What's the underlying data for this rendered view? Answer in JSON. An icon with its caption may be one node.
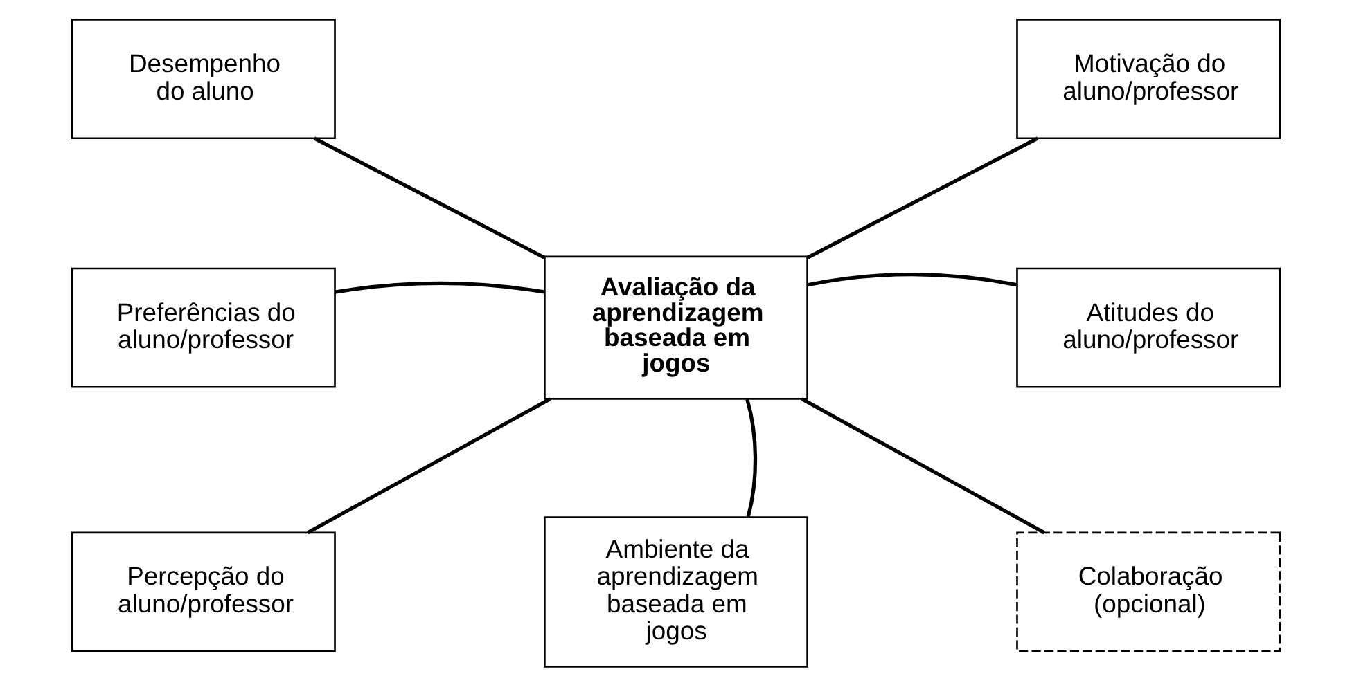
{
  "diagram": {
    "nodes": [
      {
        "text": [
          "Avaliação da aprendizagem baseada em jogos"
        ]
      },
      {
        "text": [
          "Desempenho do aluno"
        ]
      },
      {
        "text": [
          "Motivação do aluno/professor"
        ]
      },
      {
        "text": [
          "Preferências do aluno/professor"
        ]
      },
      {
        "text": [
          "Atitudes do aluno/professor"
        ]
      },
      {
        "text": [
          "Percepção do aluno/professor"
        ]
      },
      {
        "text": [
          "Ambiente da aprendizagem baseada em jogos"
        ]
      },
      {
        "text": [
          "Colaboração (opcional)"
        ]
      }
    ],
    "edges": [
      {
        "from": 0,
        "to": 1,
        "arrow": "none"
      },
      {
        "from": 0,
        "to": 2,
        "arrow": "none"
      },
      {
        "from": 0,
        "to": 3,
        "arrow": "none"
      },
      {
        "from": 0,
        "to": 4,
        "arrow": "none"
      },
      {
        "from": 0,
        "to": 5,
        "arrow": "none"
      },
      {
        "from": 0,
        "to": 6,
        "arrow": "none"
      },
      {
        "from": 0,
        "to": 7,
        "arrow": "none"
      }
    ]
  }
}
